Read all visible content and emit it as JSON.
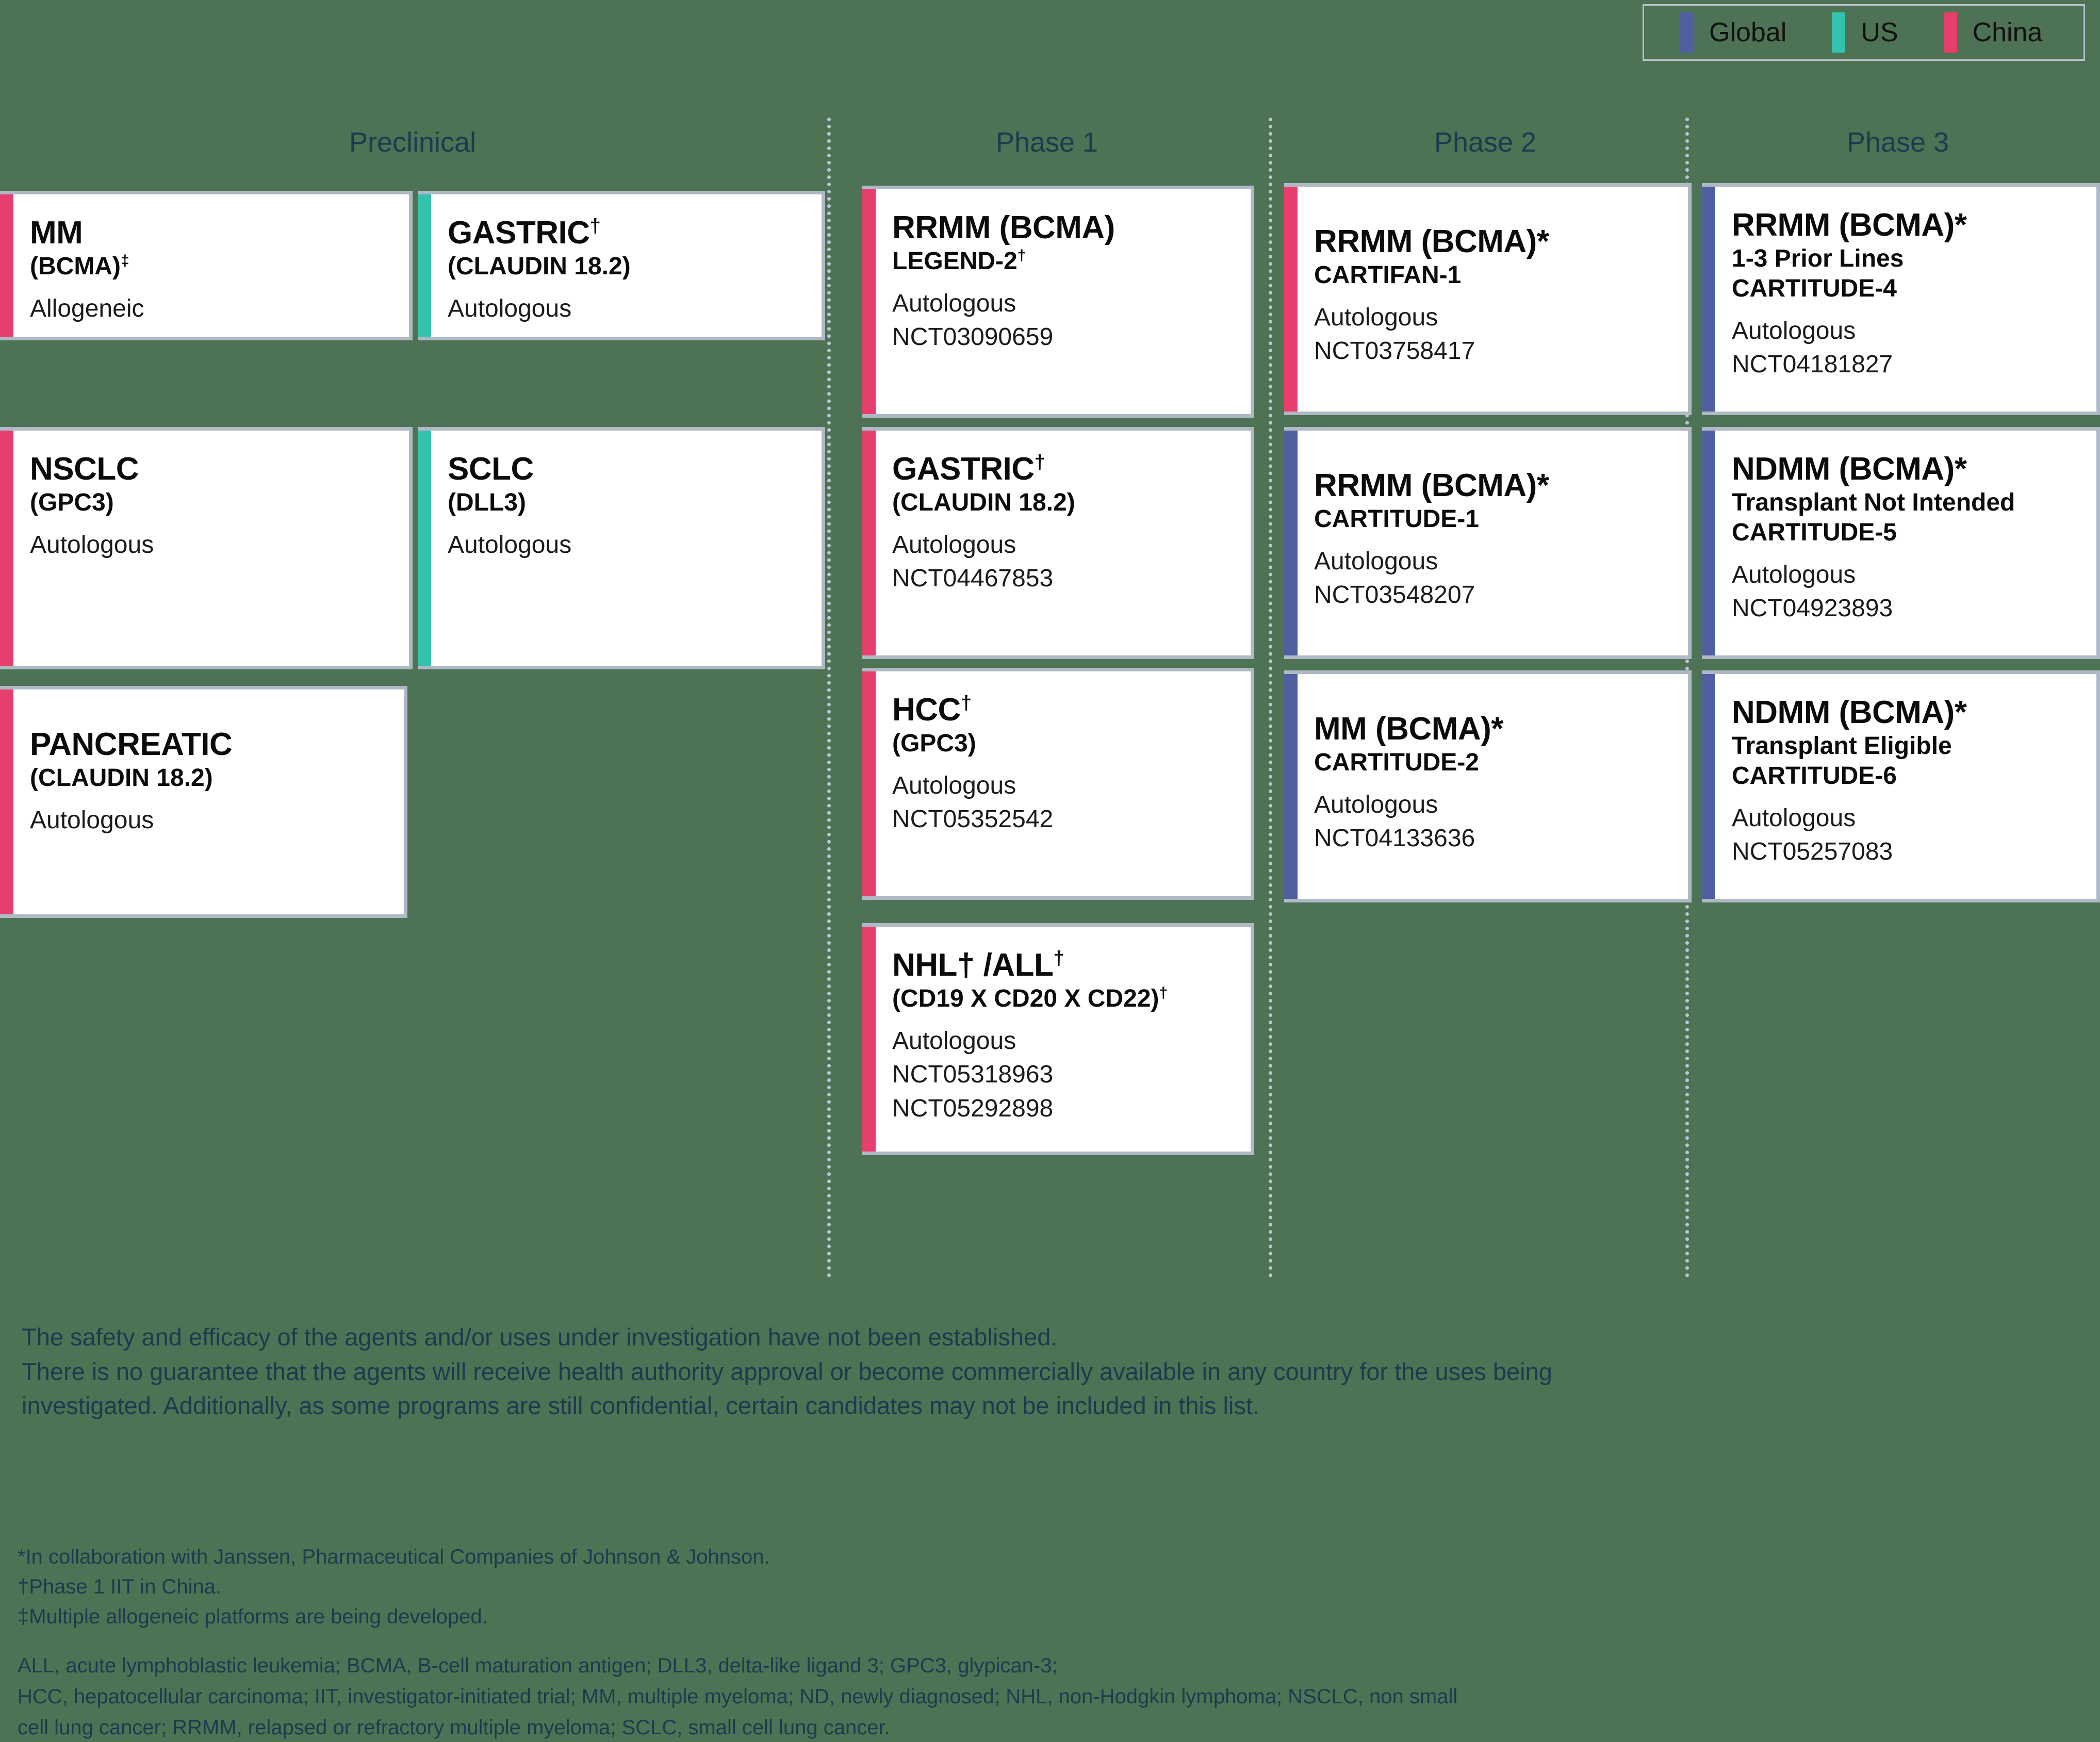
{
  "legend": {
    "items": [
      {
        "label": "Global",
        "color": "#505FA0",
        "icon": "legend-swatch-global"
      },
      {
        "label": "US",
        "color": "#33C2AE",
        "icon": "legend-swatch-us"
      },
      {
        "label": "China",
        "color": "#E63E6D",
        "icon": "legend-swatch-china"
      }
    ]
  },
  "columns": [
    {
      "id": "preclinical",
      "header": "Preclinical"
    },
    {
      "id": "phase1",
      "header": "Phase 1"
    },
    {
      "id": "phase2",
      "header": "Phase 2"
    },
    {
      "id": "phase3",
      "header": "Phase 3"
    }
  ],
  "cards": {
    "preclinical": [
      {
        "title": "MM",
        "title_sup": "",
        "target": "(BCMA)",
        "target_sup": "‡",
        "detail1": "Allogeneic",
        "detail2": "",
        "detail3": "",
        "region": "China",
        "accent": "#E63E6D"
      },
      {
        "title": "GASTRIC",
        "title_sup": "†",
        "target": "(CLAUDIN 18.2)",
        "target_sup": "",
        "detail1": "Autologous",
        "detail2": "",
        "detail3": "",
        "region": "US",
        "accent": "#33C2AE"
      },
      {
        "title": "NSCLC",
        "title_sup": "",
        "target": "(GPC3)",
        "target_sup": "",
        "detail1": "Autologous",
        "detail2": "",
        "detail3": "",
        "region": "China",
        "accent": "#E63E6D"
      },
      {
        "title": "SCLC",
        "title_sup": "",
        "target": "(DLL3)",
        "target_sup": "",
        "detail1": "Autologous",
        "detail2": "",
        "detail3": "",
        "region": "US",
        "accent": "#33C2AE"
      },
      {
        "title": "PANCREATIC",
        "title_sup": "",
        "target": "(CLAUDIN 18.2)",
        "target_sup": "",
        "detail1": "Autologous",
        "detail2": "",
        "detail3": "",
        "region": "China",
        "accent": "#E63E6D"
      }
    ],
    "phase1": [
      {
        "title": "RRMM (BCMA)",
        "title_sup": "",
        "target": "LEGEND-2",
        "target_sup": "†",
        "detail1": "Autologous",
        "detail2": "NCT03090659",
        "detail3": "",
        "region": "China",
        "accent": "#E63E6D"
      },
      {
        "title": "GASTRIC",
        "title_sup": "†",
        "target": "(CLAUDIN 18.2)",
        "target_sup": "",
        "detail1": "Autologous",
        "detail2": "NCT04467853",
        "detail3": "",
        "region": "China",
        "accent": "#E63E6D"
      },
      {
        "title": "HCC",
        "title_sup": "†",
        "target": "(GPC3)",
        "target_sup": "",
        "detail1": "Autologous",
        "detail2": "NCT05352542",
        "detail3": "",
        "region": "China",
        "accent": "#E63E6D"
      },
      {
        "title": "NHL† /ALL",
        "title_sup": "†",
        "target": "(CD19 X CD20 X CD22)",
        "target_sup": "†",
        "detail1": "Autologous",
        "detail2": "NCT05318963",
        "detail3": "NCT05292898",
        "region": "China",
        "accent": "#E63E6D"
      }
    ],
    "phase2": [
      {
        "title": "RRMM (BCMA)*",
        "title_sup": "",
        "target": "CARTIFAN-1",
        "target_sup": "",
        "detail1": "Autologous",
        "detail2": "NCT03758417",
        "detail3": "",
        "region": "China",
        "accent": "#E63E6D"
      },
      {
        "title": "RRMM (BCMA)*",
        "title_sup": "",
        "target": "CARTITUDE-1",
        "target_sup": "",
        "detail1": "Autologous",
        "detail2": "NCT03548207",
        "detail3": "",
        "region": "Global",
        "accent": "#505FA0"
      },
      {
        "title": "MM (BCMA)*",
        "title_sup": "",
        "target": "CARTITUDE-2",
        "target_sup": "",
        "detail1": "Autologous",
        "detail2": "NCT04133636",
        "detail3": "",
        "region": "Global",
        "accent": "#505FA0"
      }
    ],
    "phase3": [
      {
        "title": "RRMM (BCMA)*",
        "title_sup": "",
        "target": "1-3 Prior Lines",
        "target_sup": "",
        "target2": "CARTITUDE-4",
        "detail1": "Autologous",
        "detail2": "NCT04181827",
        "detail3": "",
        "region": "Global",
        "accent": "#505FA0"
      },
      {
        "title": "NDMM (BCMA)*",
        "title_sup": "",
        "target": "Transplant Not Intended",
        "target_sup": "",
        "target2": "CARTITUDE-5",
        "detail1": "Autologous",
        "detail2": "NCT04923893",
        "detail3": "",
        "region": "Global",
        "accent": "#505FA0"
      },
      {
        "title": "NDMM (BCMA)*",
        "title_sup": "",
        "target": "Transplant Eligible",
        "target_sup": "",
        "target2": "CARTITUDE-6",
        "detail1": "Autologous",
        "detail2": "NCT05257083",
        "detail3": "",
        "region": "Global",
        "accent": "#505FA0"
      }
    ]
  },
  "disclaimer": {
    "line1": "The safety and efficacy of the agents and/or uses under investigation have not been established.",
    "line2": "There is no guarantee that the agents will receive health authority approval or become commercially available in any country for the uses being investigated. Additionally, as some programs are still confidential, certain candidates may not be included in this list."
  },
  "footnotes": {
    "asterisk": "*In collaboration with Janssen, Pharmaceutical Companies of Johnson & Johnson.",
    "dagger": "†Phase 1 IIT in China.",
    "doubledagger": "‡Multiple allogeneic platforms are being developed."
  },
  "abbreviations": {
    "line1": "ALL, acute lymphoblastic leukemia; BCMA, B-cell maturation antigen; DLL3, delta-like ligand 3; GPC3, glypican-3;",
    "line2": "HCC, hepatocellular carcinoma; IIT, investigator-initiated trial; MM, multiple myeloma; ND, newly diagnosed; NHL, non-Hodgkin lymphoma; NSCLC, non small",
    "line3": "cell lung cancer; RRMM, relapsed or refractory multiple myeloma; SCLC, small cell lung cancer."
  },
  "theme": {
    "background": "#4E7354",
    "card_background": "#FFFFFF",
    "card_border": "#AFB9C5",
    "header_text": "#1D3A4F",
    "divider": "#B9C7D2"
  }
}
